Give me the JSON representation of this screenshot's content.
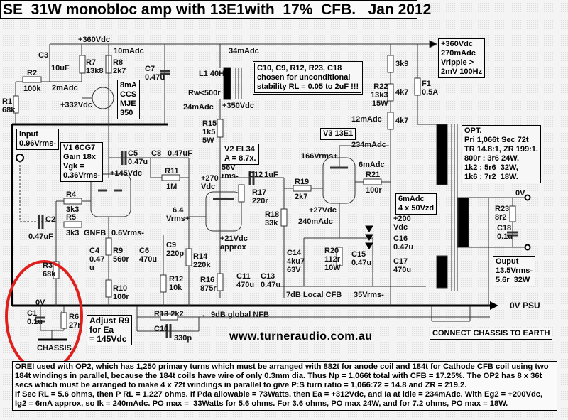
{
  "title": "SE  31W monobloc amp with 13E1with  17%  CFB.   Jan 2012",
  "supply": {
    "b_plus": "+360Vdc",
    "psu_box": "+360Vdc\n270mAdc\nVripple >\n2mV 100Hz",
    "zero_v_psu": "0V PSU",
    "currents": {
      "i10": "10mAdc",
      "i34": "34mAdc",
      "i2": "2mAdc",
      "i24": "24mAdc",
      "i12": "12mAdc",
      "i234": "234mAdc",
      "i6": "6mAdc",
      "i240": "240mAdc"
    }
  },
  "ccs": {
    "box": "8mA\nCCS\nMJE\n350",
    "v_base": "+332Vdc"
  },
  "stability_note": "C10, C9, R12, R23, C18\nchosen for unconditional\nstability RL = 0.05 to 2uF !!!",
  "input_box": "Input\n0.96Vrms-",
  "v1_box": "V1 6CG7\nGain 18x\nVgk =\n0.36Vrms-",
  "v2_box": "V2 EL34\nA = 8.7x.",
  "v3_box": "V3 13E1",
  "opt_box": "OPT.\nPri 1,066t Sec 72t\nTR 14.8:1, ZR 199:1.\n800r : 3r6 24W,\n1k2 : 5r6  32W,\n1k6 : 7r2  18W.",
  "output_box": "Ouput\n13.5Vrms-\n5.6r  32W",
  "zener_box": "6mAdc\n4 x 50Vzd",
  "adjust_box": "Adjust R9\nfor Ea\n= 145Vdc",
  "chassis_box": "CONNECT CHASSIS TO EARTH",
  "chassis_label": "CHASSIS",
  "url": "www.turneraudio.com.au",
  "voltages": {
    "v145": "+145Vdc",
    "v270": "+270\nVdc",
    "v350": "+350Vdc",
    "v56": "56V\nrms-",
    "v64": "6.4\nVrms+",
    "v21": "+21Vdc\napprox",
    "v166": "166Vrms+",
    "v27": "+27Vdc",
    "v200": "+200\nVdc",
    "gnfb": "GNFB",
    "v06": "0.6Vrms-",
    "local": "7dB Local CFB",
    "v35": "35Vrms-",
    "gnfb9": "← 9dB global NFB",
    "zero_v": "0V",
    "zero_v_out": "0V"
  },
  "components": {
    "R1": "R1\n68k",
    "R2": "R2",
    "R2v": "100k",
    "R3": "R3\n68k",
    "R4": "R4",
    "R4v": "3k3",
    "R5": "R5",
    "R5v": "3k3",
    "R6": "R6\n27r",
    "R7": "R7\n13k8",
    "R8": "R8\n2k7",
    "R9": "R9\n560r",
    "R10": "R10\n100r",
    "R11": "R11",
    "R11v": "1M",
    "R12": "R12\n10k",
    "R13": "R13 2k2",
    "R14": "R14\n220k",
    "R15": "R15\n1k5\n5W",
    "R16": "R16\n875r",
    "R17": "R17\n220r",
    "R18": "R18\n33k",
    "R19": "R19",
    "R19v": "2k7",
    "R20": "R20\n112r\n10W",
    "R21": "R21",
    "R21v": "100r",
    "R22": "R22\n13k3\n15W",
    "R22a": "3k9",
    "R22b": "4k7",
    "R22c": "4k7",
    "R23": "R23\n8r2",
    "C1": "C1\n0.1u",
    "C2": "C2",
    "C2v": "0.47uF",
    "C3": "C3",
    "C3v": "10uF",
    "C4": "C4\n0.47\nu",
    "C5": "C5",
    "C5v": "0.47u",
    "C6": "C6\n470u",
    "C7": "C7\n0.47u",
    "C8": "C8",
    "C8v": "0.47uF",
    "C9": "C9\n220p",
    "C10": "C10",
    "C10v": "330p",
    "C11": "C11\n470u",
    "C12": "C12",
    "C12v": "1uF",
    "C13": "C13\n0.47u",
    "C14": "C14\n4ku7\n63V",
    "C15": "C15\n0.47u",
    "C16": "C16\n0.47u",
    "C17": "C17\n470u",
    "C18": "C18\n0.1u",
    "L1": "L1 40H",
    "L1r": "Rw<500r",
    "F1": "F1\n0.5A"
  },
  "notes": "OREI used with OP2, which has 1,250 primary turns which must be arranged with 882t for anode coil and 184t for Cathode CFB coil using two\n184t windings in parallel, because the 184t coils have wire of only 0.3mm dia. Thus Np = 1,066t total with CFB = 17.25%. The OP2 has 8 x 36t\nsecs which must be arranged to make 4 x 72t windings in parallel to give P:S turn ratio = 1,066:72 = 14.8 and ZR = 219.2.\nIf Sec RL = 5.6 ohms, then P RL = 1,227 ohms. If Pda allowable = 73Watts, then Ea = +312Vdc, and Ia at idle = 234mAdc. With Eg2 = +200Vdc,\nIg2 = 6mA approx, so Ik = 240mAdc. PO max =  33Watts for 5.6 ohms. For 3.6 ohms, PO max 24W, and for 7.2 ohms, PO max = 18W.",
  "highlight_color": "#e0201c"
}
